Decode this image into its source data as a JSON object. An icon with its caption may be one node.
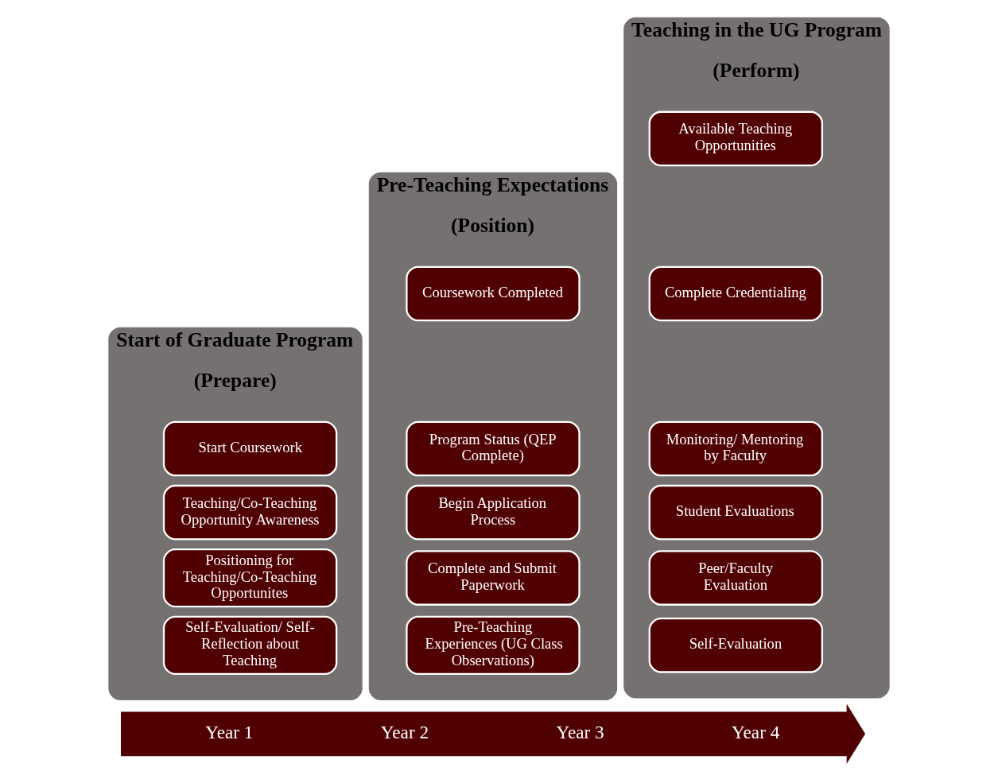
{
  "diagram": {
    "nodes": [
      {
        "text": [
          "Start of Graduate Program",
          "(Prepare)"
        ]
      },
      {
        "text": [
          "Start Coursework"
        ],
        "in": 0
      },
      {
        "text": [
          "Teaching/Co-Teaching Opportunity Awareness"
        ],
        "in": 0
      },
      {
        "text": [
          "Positioning for Teaching/Co-Teaching Opportunites"
        ],
        "in": 0
      },
      {
        "text": [
          "Self-Evaluation/ Self-Reflection about Teaching"
        ],
        "in": 0
      },
      {
        "text": [
          "Pre-Teaching Expectations",
          "(Position)"
        ]
      },
      {
        "text": [
          "Coursework Completed"
        ],
        "in": 5
      },
      {
        "text": [
          "Program Status (QEP Complete)"
        ],
        "in": 5
      },
      {
        "text": [
          "Begin Application Process"
        ],
        "in": 5
      },
      {
        "text": [
          "Complete and Submit Paperwork"
        ],
        "in": 5
      },
      {
        "text": [
          "Pre-Teaching Experiences (UG Class Observations)"
        ],
        "in": 5
      },
      {
        "text": [
          "Teaching in the UG Program",
          "(Perform)"
        ]
      },
      {
        "text": [
          "Available Teaching Opportunities"
        ],
        "in": 11
      },
      {
        "text": [
          "Complete Credentialing"
        ],
        "in": 11
      },
      {
        "text": [
          "Monitoring/ Mentoring by Faculty"
        ],
        "in": 11
      },
      {
        "text": [
          "Student Evaluations"
        ],
        "in": 11
      },
      {
        "text": [
          "Peer/Faculty Evaluation"
        ],
        "in": 11
      },
      {
        "text": [
          "Self-Evaluation"
        ],
        "in": 11
      },
      {
        "text": [
          "Year 1",
          "Year 2",
          "Year 3",
          "Year 4"
        ]
      }
    ],
    "edges": []
  }
}
